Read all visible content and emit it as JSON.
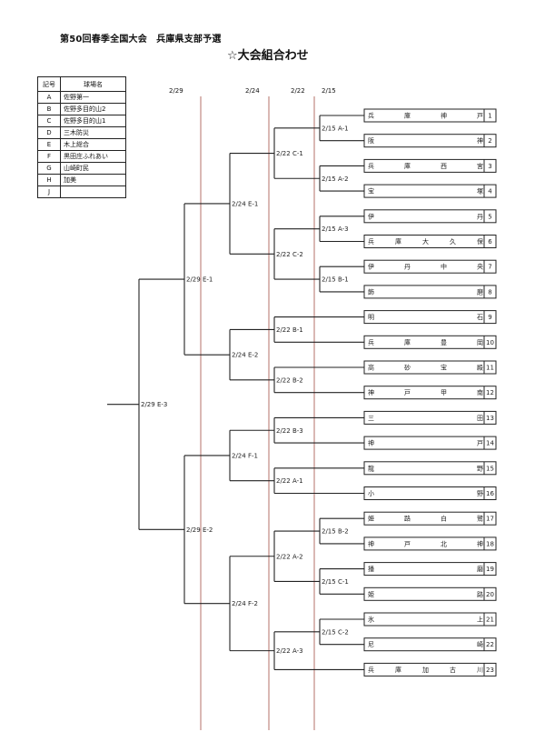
{
  "header": {
    "title": "第50回春季全国大会　兵庫県支部予選",
    "subtitle": "☆大会組合わせ"
  },
  "legend": {
    "headers": [
      "記号",
      "球場名"
    ],
    "rows": [
      {
        "code": "A",
        "name": "佐野第一"
      },
      {
        "code": "B",
        "name": "佐野多目的山2"
      },
      {
        "code": "C",
        "name": "佐野多目的山1"
      },
      {
        "code": "D",
        "name": "三木防災"
      },
      {
        "code": "E",
        "name": "木上総合"
      },
      {
        "code": "F",
        "name": "黒田庄ふれあい"
      },
      {
        "code": "G",
        "name": "山崎町民"
      },
      {
        "code": "H",
        "name": "加美"
      },
      {
        "code": "J",
        "name": ""
      }
    ]
  },
  "round_dates": [
    "2/29",
    "2/24",
    "2/22",
    "2/15"
  ],
  "colors": {
    "round_divider": "#b5706a",
    "bracket_line": "#222222"
  },
  "teams": [
    {
      "seed": 1,
      "name": "兵庫神戸"
    },
    {
      "seed": 2,
      "name": "阪神"
    },
    {
      "seed": 3,
      "name": "兵庫西宮"
    },
    {
      "seed": 4,
      "name": "宝塚"
    },
    {
      "seed": 5,
      "name": "伊丹"
    },
    {
      "seed": 6,
      "name": "兵庫大久保"
    },
    {
      "seed": 7,
      "name": "伊丹中央"
    },
    {
      "seed": 8,
      "name": "飾磨"
    },
    {
      "seed": 9,
      "name": "明石"
    },
    {
      "seed": 10,
      "name": "兵庫豊岡"
    },
    {
      "seed": 11,
      "name": "高砂宝殿"
    },
    {
      "seed": 12,
      "name": "神戸甲南"
    },
    {
      "seed": 13,
      "name": "三田"
    },
    {
      "seed": 14,
      "name": "神戸"
    },
    {
      "seed": 15,
      "name": "龍野"
    },
    {
      "seed": 16,
      "name": "小野"
    },
    {
      "seed": 17,
      "name": "姫路白鷺"
    },
    {
      "seed": 18,
      "name": "神戸北神"
    },
    {
      "seed": 19,
      "name": "播磨"
    },
    {
      "seed": 20,
      "name": "姫路"
    },
    {
      "seed": 21,
      "name": "氷上"
    },
    {
      "seed": 22,
      "name": "尼崎"
    },
    {
      "seed": 23,
      "name": "兵庫加古川"
    }
  ],
  "matches": [
    {
      "id": "r1a1",
      "round": 4,
      "label": "2/15 A-1",
      "from": [
        "t1",
        "t2"
      ]
    },
    {
      "id": "r1a2",
      "round": 4,
      "label": "2/15 A-2",
      "from": [
        "t3",
        "t4"
      ]
    },
    {
      "id": "r1a3",
      "round": 4,
      "label": "2/15 A-3",
      "from": [
        "t5",
        "t6"
      ]
    },
    {
      "id": "r1b1",
      "round": 4,
      "label": "2/15 B-1",
      "from": [
        "t7",
        "t8"
      ]
    },
    {
      "id": "r1b2",
      "round": 4,
      "label": "2/15 B-2",
      "from": [
        "t17",
        "t18"
      ]
    },
    {
      "id": "r1c1",
      "round": 4,
      "label": "2/15 C-1",
      "from": [
        "t19",
        "t20"
      ]
    },
    {
      "id": "r1c2",
      "round": 4,
      "label": "2/15 C-2",
      "from": [
        "t21",
        "t22"
      ]
    },
    {
      "id": "r2c1",
      "round": 3,
      "label": "2/22 C-1",
      "from": [
        "r1a1",
        "r1a2"
      ]
    },
    {
      "id": "r2c2",
      "round": 3,
      "label": "2/22 C-2",
      "from": [
        "r1a3",
        "r1b1"
      ]
    },
    {
      "id": "r2b1",
      "round": 3,
      "label": "2/22 B-1",
      "from": [
        "t9",
        "t10"
      ]
    },
    {
      "id": "r2b2",
      "round": 3,
      "label": "2/22 B-2",
      "from": [
        "t11",
        "t12"
      ]
    },
    {
      "id": "r2b3",
      "round": 3,
      "label": "2/22 B-3",
      "from": [
        "t13",
        "t14"
      ]
    },
    {
      "id": "r2a1",
      "round": 3,
      "label": "2/22 A-1",
      "from": [
        "t15",
        "t16"
      ]
    },
    {
      "id": "r2a2",
      "round": 3,
      "label": "2/22 A-2",
      "from": [
        "r1b2",
        "r1c1"
      ]
    },
    {
      "id": "r2a3",
      "round": 3,
      "label": "2/22 A-3",
      "from": [
        "r1c2",
        "t23"
      ]
    },
    {
      "id": "r3e1",
      "round": 2,
      "label": "2/24 E-1",
      "from": [
        "r2c1",
        "r2c2"
      ]
    },
    {
      "id": "r3e2",
      "round": 2,
      "label": "2/24 E-2",
      "from": [
        "r2b1",
        "r2b2"
      ]
    },
    {
      "id": "r3f1",
      "round": 2,
      "label": "2/24 F-1",
      "from": [
        "r2b3",
        "r2a1"
      ]
    },
    {
      "id": "r3f2",
      "round": 2,
      "label": "2/24 F-2",
      "from": [
        "r2a2",
        "r2a3"
      ]
    },
    {
      "id": "r4e1",
      "round": 1,
      "label": "2/29 E-1",
      "from": [
        "r3e1",
        "r3e2"
      ]
    },
    {
      "id": "r4e2",
      "round": 1,
      "label": "2/29 E-2",
      "from": [
        "r3f1",
        "r3f2"
      ]
    },
    {
      "id": "final",
      "round": 0,
      "label": "2/29 E-3",
      "from": [
        "r4e1",
        "r4e2"
      ]
    }
  ]
}
